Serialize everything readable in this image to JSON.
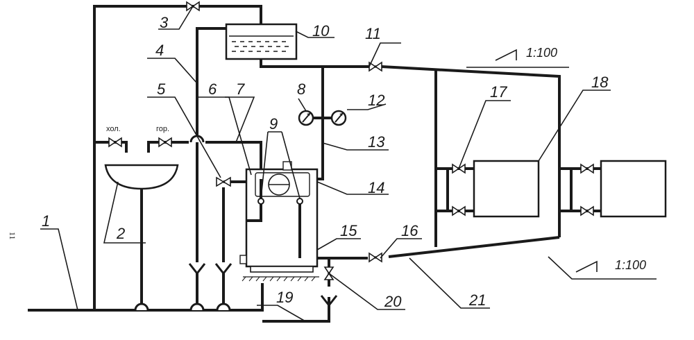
{
  "page_number": "11",
  "labels": {
    "n1": "1",
    "n2": "2",
    "n3": "3",
    "n4": "4",
    "n5": "5",
    "n6": "6",
    "n7": "7",
    "n8": "8",
    "n9": "9",
    "n10": "10",
    "n11": "11",
    "n12": "12",
    "n13": "13",
    "n14": "14",
    "n15": "15",
    "n16": "16",
    "n17": "17",
    "n18": "18",
    "n19": "19",
    "n20": "20",
    "n21": "21"
  },
  "tap_cold": "хол.",
  "tap_hot": "гор.",
  "slope_top": "1:100",
  "slope_bottom": "1:100"
}
